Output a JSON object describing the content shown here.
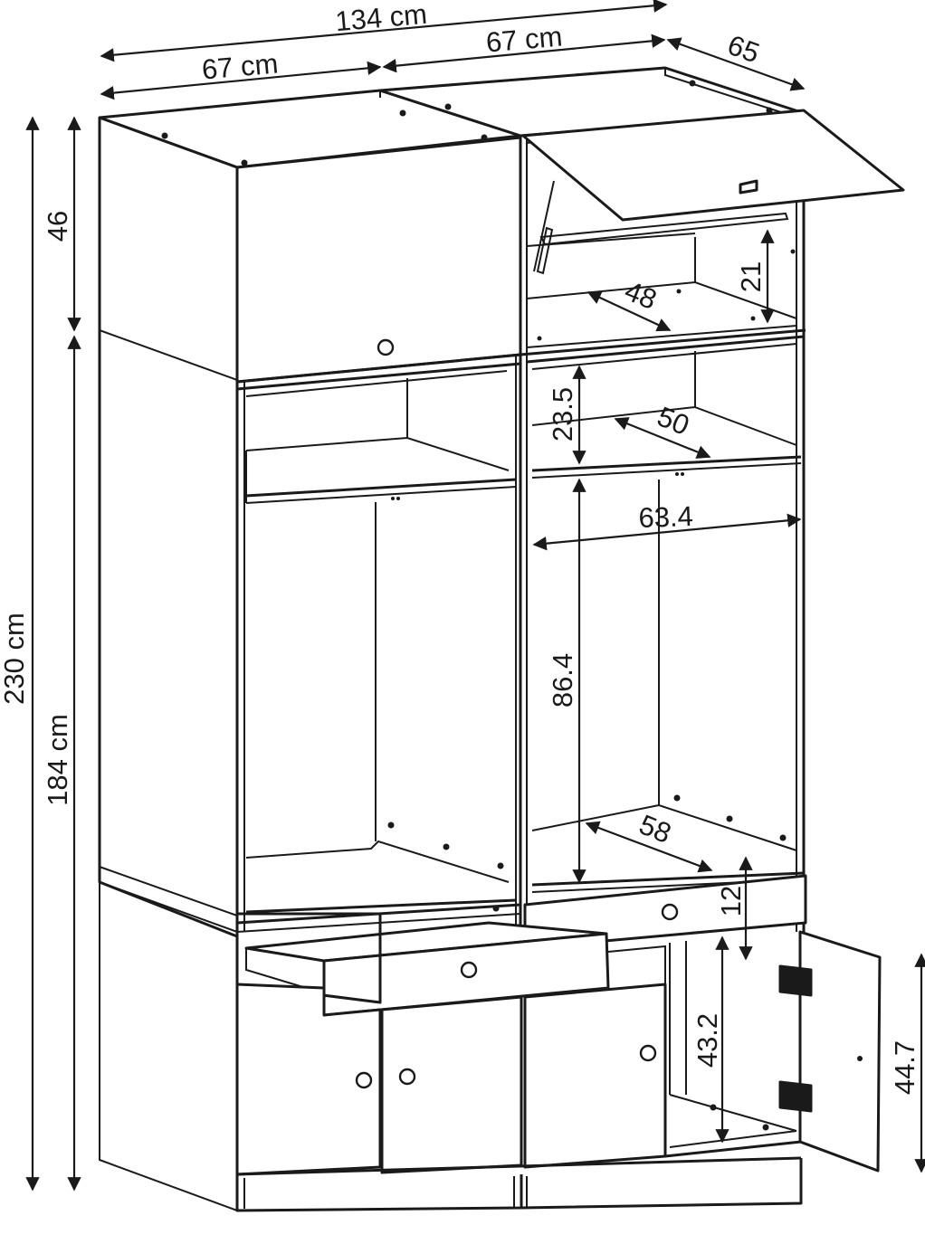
{
  "labels": {
    "total_width": "134 cm",
    "left_width": "67 cm",
    "right_width": "67 cm",
    "depth": "65",
    "total_height": "230 cm",
    "top_height": "46",
    "body_height": "184 cm",
    "top_inner_height": "21",
    "top_inner_depth": "48",
    "shelf_height": "23.5",
    "shelf_depth": "50",
    "inner_width": "63.4",
    "hanging_height": "86.4",
    "hanging_depth": "58",
    "drawer_height": "12",
    "lower_inner_height": "43.2",
    "door_height": "44.7"
  },
  "colors": {
    "line": "#1a1a1a",
    "background": "#ffffff"
  }
}
